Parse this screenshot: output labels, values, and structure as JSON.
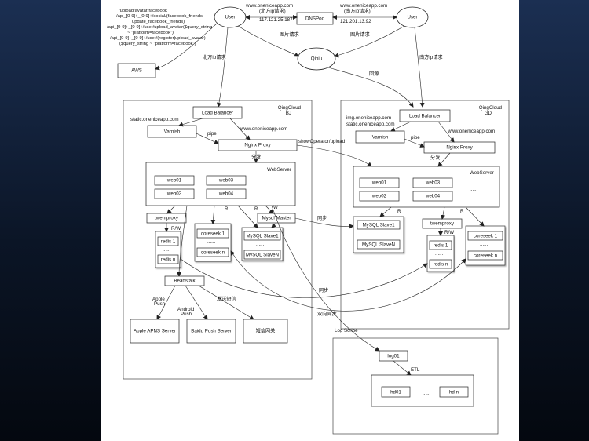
{
  "nodes": {
    "user_left": "User",
    "user_right": "User",
    "dnspod": "DNSPod",
    "qiniu": "Qiniu",
    "aws": "AWS",
    "bj": {
      "lb": "Load Balancer",
      "varnish": "Varnish",
      "nginx": "Nginx Proxy",
      "web01": "web01",
      "web02": "web02",
      "web03": "web03",
      "web04": "web04",
      "twemproxy": "twemproxy",
      "redis1": "redis 1",
      "redisn": "redis n",
      "coreseek1": "coreseek 1",
      "coreseekn": "coreseek n",
      "mysql_master": "Mysql Master",
      "mysql_slave1": "MySQL Slave1",
      "mysql_slaven": "MySQL SlaveN",
      "beanstalk": "Beanstalk",
      "apns": "Apple APNS Server",
      "baidu": "Baidu Push Server",
      "sms": "短信网关"
    },
    "gd": {
      "lb": "Load Balancer",
      "varnish": "Varnish",
      "nginx": "Nginx Proxy",
      "web01": "web01",
      "web02": "web02",
      "web03": "web03",
      "web04": "web04",
      "mysql_slave1": "MySQL Slave1",
      "mysql_slaven": "MySQL SlaveN",
      "twemproxy": "twemproxy",
      "redis1": "redis 1",
      "redisn": "redis n",
      "coreseek1": "coreseek 1",
      "coreseekn": "coreseek n"
    },
    "log": {
      "log01": "log01",
      "hd01": "hd01",
      "hdn": "hd n"
    }
  },
  "containers": {
    "bj_line1": "QingCloud",
    "bj_line2": "BJ",
    "gd_line1": "QingCloud",
    "gd_line2": "GD",
    "bj_web": "WebServer",
    "gd_web": "WebServer"
  },
  "labels": {
    "left_domain": "www.oneniceapp.com",
    "left_domain_sub": "(北方ip请求)",
    "left_ip": "117.121.25.187",
    "right_domain": "www.oneniceapp.com",
    "right_domain_sub": "(南方ip请求)",
    "right_ip": "121.201.13.92",
    "img_req_left": "图片请求",
    "img_req_right": "图片请求",
    "north_ip_req": "北方ip请求",
    "south_ip_req": "南方ip请求",
    "origin": "回源",
    "url_rules": [
      "/upload/avatar/facebook",
      "/api_[0-9]+_[0-9]+/social/(facebook_friends|",
      "update_facebook_friends)",
      "/api_[0-9]+_[0-9]+/user/upload_avatar($query_string",
      "~ \"platform=facebook\")",
      "/api_[0-9]+_[0-9]+/user/(register|upload_avatar)",
      "($query_string ~ \"platform=facebook\")"
    ],
    "bj_static": "static.oneniceapp.com",
    "bj_www": "www.oneniceapp.com",
    "bj_pipe": "pipe",
    "bj_fenfa": "分发",
    "gd_img": "img.oneniceapp.com",
    "gd_static": "static.oneniceapp.com",
    "gd_www": "www.oneniceapp.com",
    "gd_pipe": "pipe",
    "gd_fenfa": "分发",
    "show_operator": "showOperator/upload",
    "rw_bj": "R/W",
    "r1": "R",
    "r2": "R",
    "w": "W",
    "sync1": "同步",
    "r_gd1": "R",
    "r_gd2": "R",
    "rw_gd": "R/W",
    "sync2": "同步",
    "bi_sync": "双向同步",
    "apple_push_1": "Apple",
    "apple_push_2": "Push",
    "android_push_1": "Android",
    "android_push_2": "Push",
    "send_sms": "发送短信",
    "log_scribe": "Log Scribe",
    "etl": "ETL",
    "bj_dots_web": "......",
    "bj_dots_redis": "......",
    "bj_dots_core": "......",
    "bj_dots_mysql": "......",
    "gd_dots_web": "......",
    "gd_dots_mysql": "......",
    "gd_dots_redis": "......",
    "gd_dots_core": "......",
    "log_dots": "......"
  }
}
